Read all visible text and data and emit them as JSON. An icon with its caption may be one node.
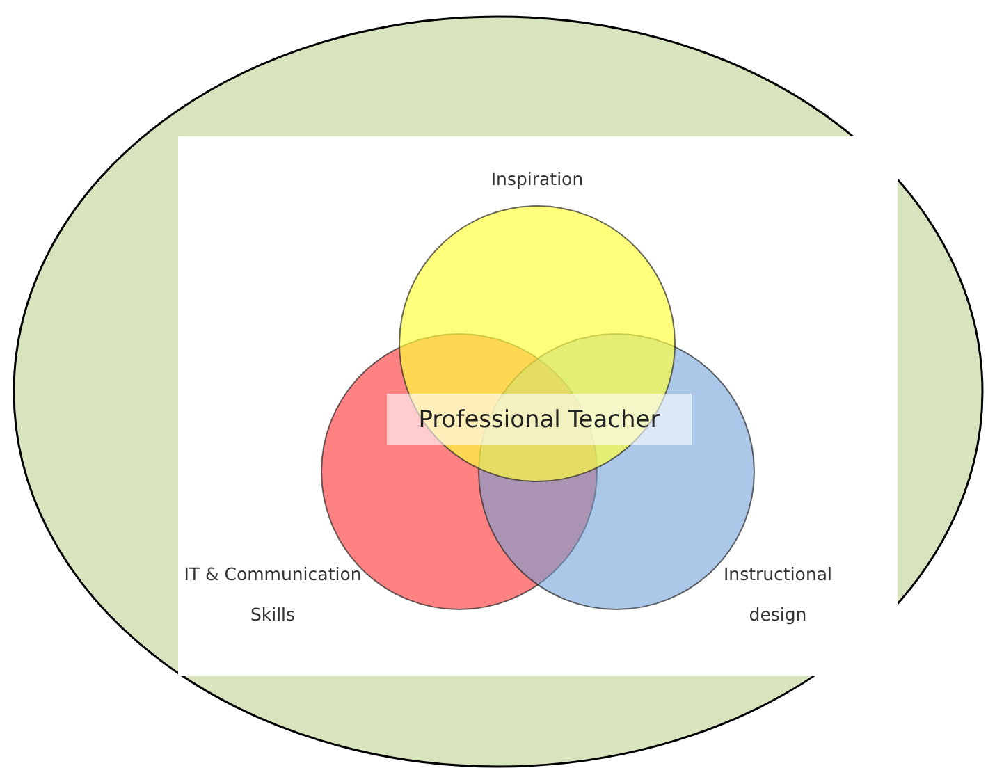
{
  "diagram": {
    "nodes": [
      {
        "text": [],
        "shape": "ellipse"
      },
      {
        "text": [
          "Inspiration"
        ],
        "in": 0
      },
      {
        "text": [
          "IT & Communication Skills"
        ],
        "in": 0
      },
      {
        "text": [
          "Instructional design"
        ],
        "in": 0
      },
      {
        "text": [
          "Professional Teacher"
        ],
        "in": 0
      }
    ],
    "edges": []
  }
}
